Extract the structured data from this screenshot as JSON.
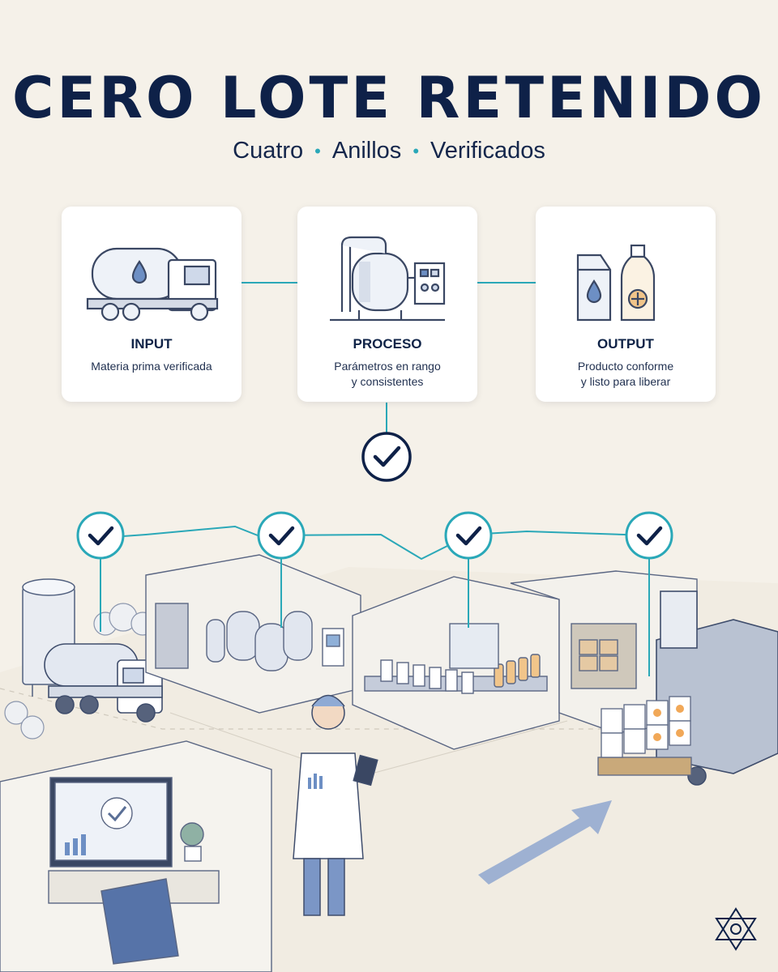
{
  "header": {
    "title": "CERO LOTE RETENIDO",
    "subtitle_words": [
      "Cuatro",
      "Anillos",
      "Verificados"
    ],
    "separator": "•"
  },
  "cards": [
    {
      "label": "INPUT",
      "desc_lines": [
        "Materia prima verificada"
      ],
      "icon": "tanker-truck-icon"
    },
    {
      "label": "PROCESO",
      "desc_lines": [
        "Parámetros en rango",
        "y consistentes"
      ],
      "icon": "process-tank-icon"
    },
    {
      "label": "OUTPUT",
      "desc_lines": [
        "Producto conforme",
        "y listo para liberar"
      ],
      "icon": "milk-carton-bottle-icon"
    }
  ],
  "checkpoints": {
    "count": 4,
    "icon": "check-icon"
  },
  "colors": {
    "navy": "#0e2148",
    "teal": "#2aa8b8",
    "background": "#f5f1e9",
    "line_art": "#51607f",
    "accent_blue": "#6d8fc4"
  },
  "brand": {
    "icon": "brand-flower-logo-icon"
  }
}
